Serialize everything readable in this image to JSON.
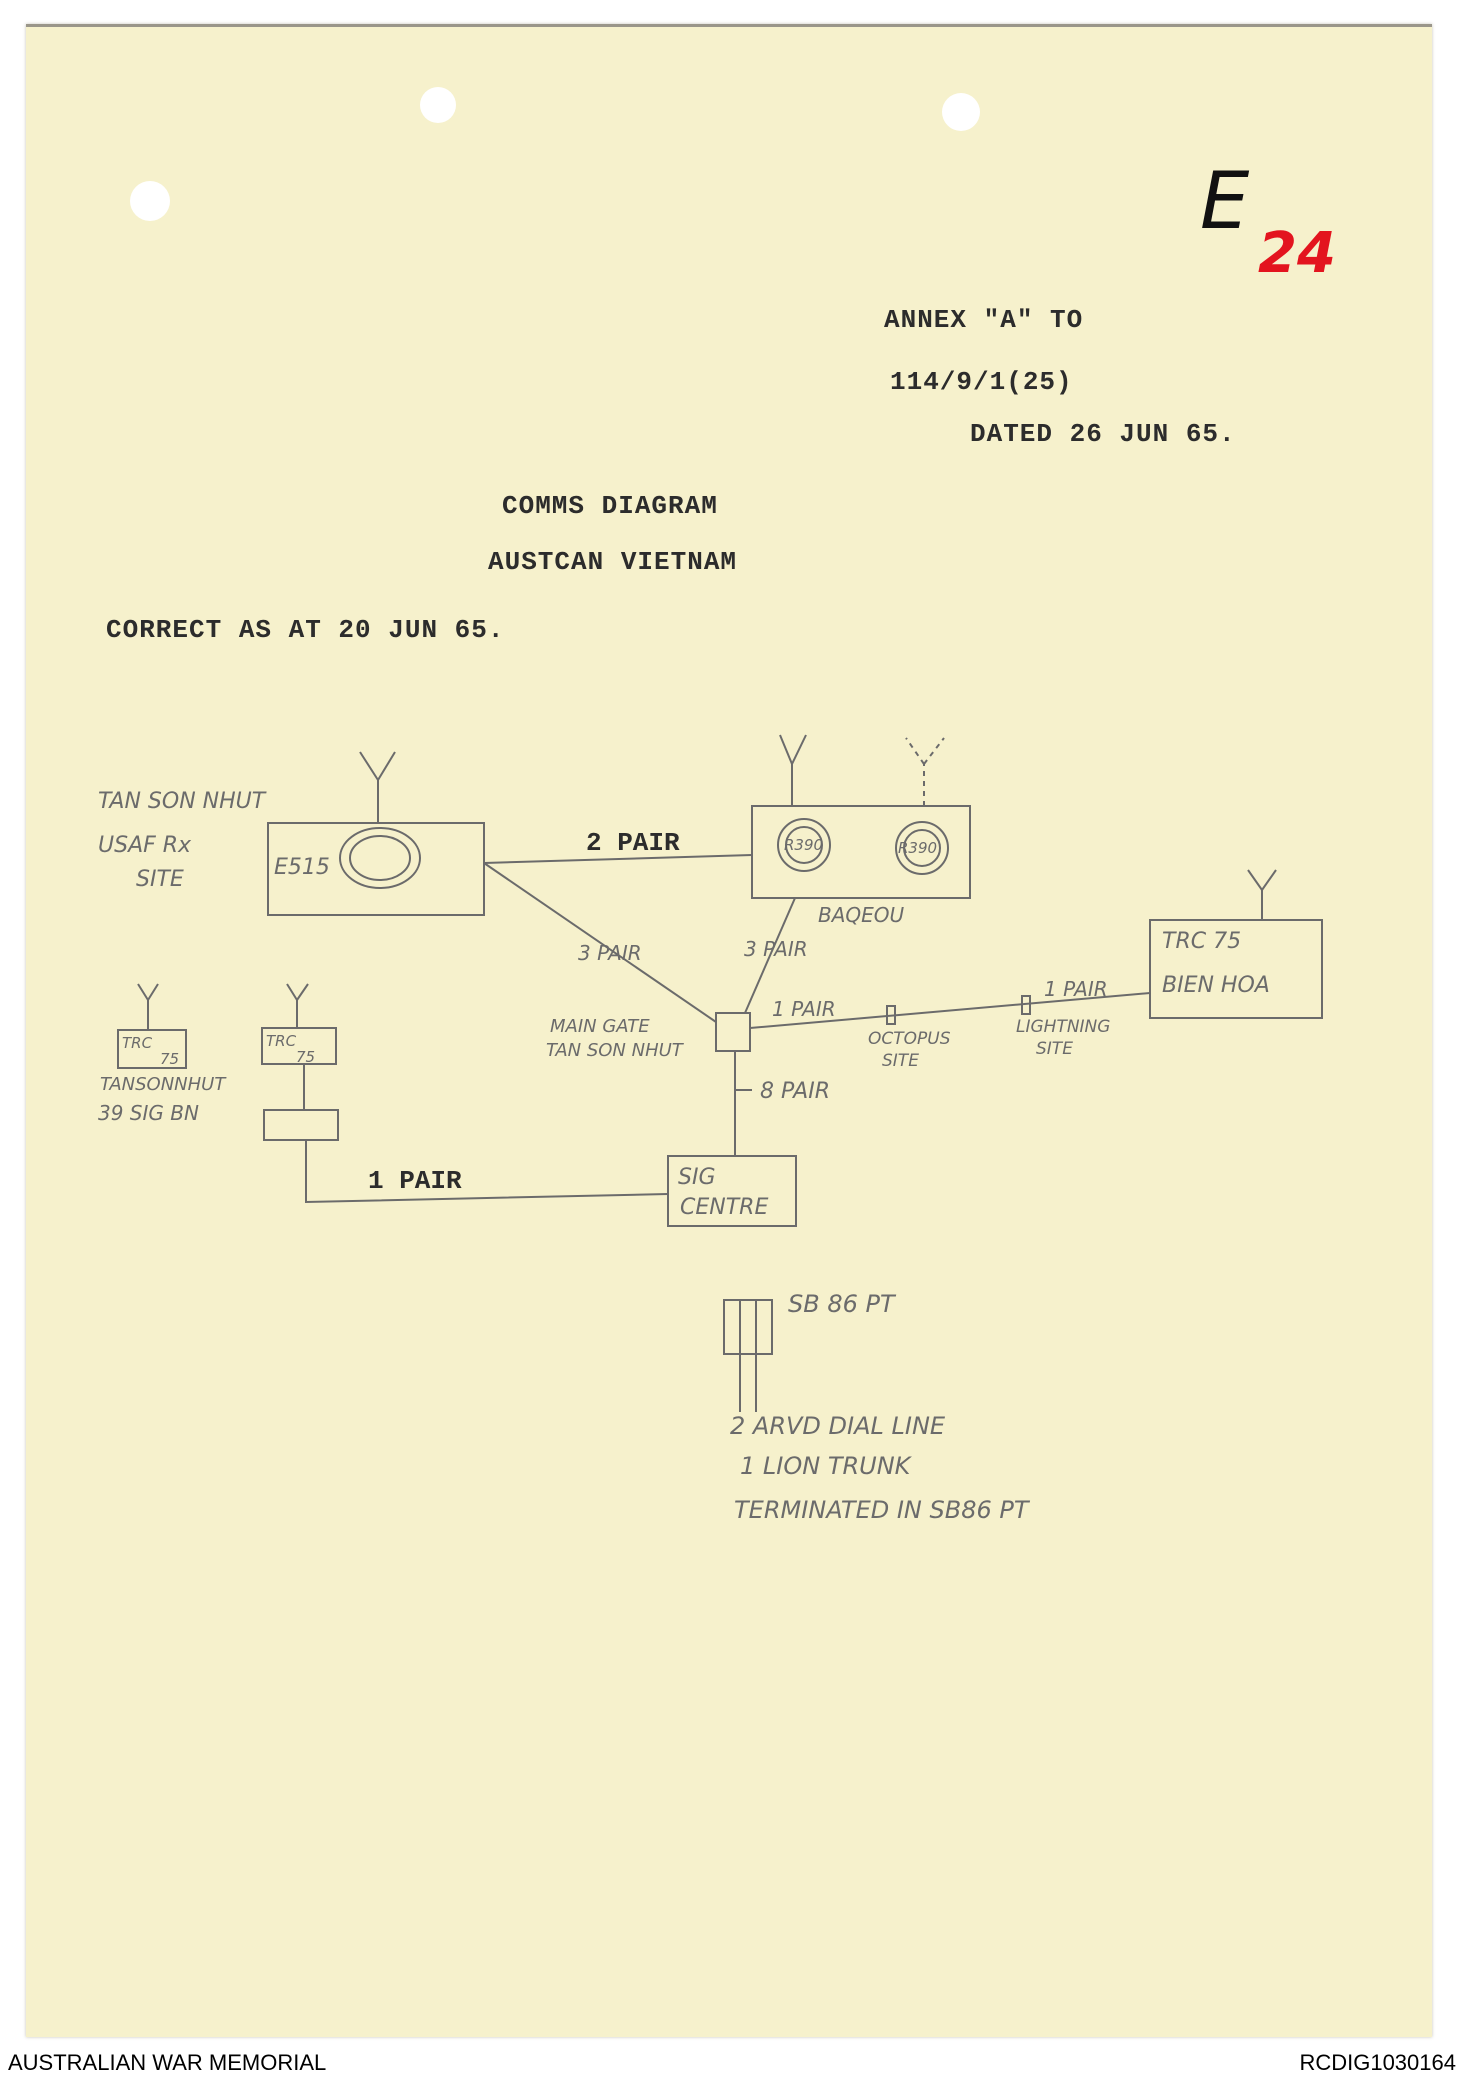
{
  "doc_mark": {
    "letter": "E",
    "number": "24"
  },
  "header": {
    "annex": "ANNEX \"A\" TO",
    "reference": "114/9/1(25)",
    "dated": "DATED 26 JUN 65."
  },
  "title": {
    "line1": "COMMS DIAGRAM",
    "line2": "AUSTCAN VIETNAM"
  },
  "correct_as_at": "CORRECT AS AT 20 JUN 65.",
  "diagram": {
    "tan_son_nhut_site": {
      "line1": "TAN SON NHUT",
      "line2": "USAF Rx",
      "line3": "SITE"
    },
    "e515_label": "E515",
    "r390_left": "R390",
    "r390_right": "R390",
    "baqeou": "BAQEOU",
    "link_2pair": "2 PAIR",
    "link_3pair_left": "3 PAIR",
    "link_3pair_right": "3 PAIR",
    "main_gate": {
      "line1": "MAIN GATE",
      "line2": "TAN SON NHUT"
    },
    "link_1pair_octopus": "1 PAIR",
    "octopus_site": {
      "line1": "OCTOPUS",
      "line2": "SITE"
    },
    "link_1pair_lightning": "1 PAIR",
    "lightning_site": {
      "line1": "LIGHTNING",
      "line2": "SITE"
    },
    "bien_hoa": {
      "line1": "TRC 75",
      "line2": "BIEN HOA"
    },
    "link_8pair": "8 PAIR",
    "trc_left": {
      "line1": "TRC",
      "line2": "75"
    },
    "trc_mid": {
      "line1": "TRC",
      "line2": "75"
    },
    "tansonnhut_sig": {
      "line1": "TANSONNHUT",
      "line2": "39 SIG BN"
    },
    "link_1pair_sig": "1 PAIR",
    "sig_centre": {
      "line1": "SIG",
      "line2": "CENTRE"
    },
    "sb86": "SB 86 PT",
    "notes": {
      "line1": "2 ARVD DIAL LINE",
      "line2": "1 LION TRUNK",
      "line3": "TERMINATED IN SB86 PT"
    }
  },
  "footer": {
    "left": "AUSTRALIAN WAR MEMORIAL",
    "right": "RCDIG1030164"
  },
  "colors": {
    "paper": "#f6f1cc",
    "pencil": "#6b6b6b",
    "ink": "#2c2c2c",
    "mark_black": "#111111",
    "mark_red": "#e3141e"
  }
}
